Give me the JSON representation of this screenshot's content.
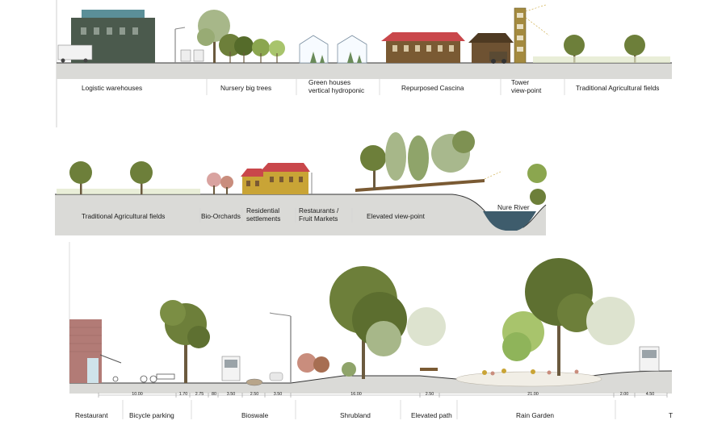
{
  "section_1": {
    "labels": [
      {
        "id": "logistic-warehouses",
        "lines": [
          "Logistic warehouses"
        ]
      },
      {
        "id": "nursery-big-trees",
        "lines": [
          "Nursery big trees"
        ]
      },
      {
        "id": "green-houses",
        "lines": [
          "Green houses",
          "vertical  hydroponic"
        ]
      },
      {
        "id": "repurposed-cascina",
        "lines": [
          "Repurposed Cascina"
        ]
      },
      {
        "id": "tower-view-point",
        "lines": [
          "Tower",
          "view-point"
        ]
      },
      {
        "id": "traditional-agricultural-fields-1",
        "lines": [
          "Traditional Agricultural fields"
        ]
      }
    ]
  },
  "section_2": {
    "labels": [
      {
        "id": "traditional-agricultural-fields-2",
        "lines": [
          "Traditional Agricultural fields"
        ]
      },
      {
        "id": "bio-orchards",
        "lines": [
          "Bio-Orchards"
        ]
      },
      {
        "id": "residential-settlements",
        "lines": [
          "Residential",
          "settlements"
        ]
      },
      {
        "id": "restaurants-fruit-markets",
        "lines": [
          "Restaurants /",
          "Fruit Markets"
        ]
      },
      {
        "id": "elevated-view-point",
        "lines": [
          "Elevated view-point"
        ]
      }
    ],
    "river_label": "Nure River"
  },
  "section_3": {
    "dimensions": [
      "10.00",
      "1.70",
      "2.75",
      "80",
      "3.50",
      "2.50",
      "3.50",
      "16.00",
      "2.50",
      "21.00",
      "2.00",
      "4.50"
    ],
    "labels": [
      {
        "id": "restaurant",
        "lines": [
          "Restaurant"
        ]
      },
      {
        "id": "bicycle-parking",
        "lines": [
          "Bicycle parking"
        ]
      },
      {
        "id": "bioswale",
        "lines": [
          "Bioswale"
        ]
      },
      {
        "id": "shrubland",
        "lines": [
          "Shrubland"
        ]
      },
      {
        "id": "elevated-path",
        "lines": [
          "Elevated path"
        ]
      },
      {
        "id": "rain-garden",
        "lines": [
          "Rain Garden"
        ]
      },
      {
        "id": "truncated",
        "lines": [
          "T"
        ]
      }
    ]
  },
  "colors": {
    "ground": "#d9d9d6",
    "warehouse": "#4b5a4d",
    "warehouse_roof": "#5b8f98",
    "cascina_wall": "#7a5a33",
    "cascina_roof": "#c9474b",
    "residential_wall": "#c9a436",
    "tree_dark": "#6d7f3a",
    "tree_light": "#a7b789",
    "water": "#3e5c6c",
    "building_red": "#b27b76"
  }
}
